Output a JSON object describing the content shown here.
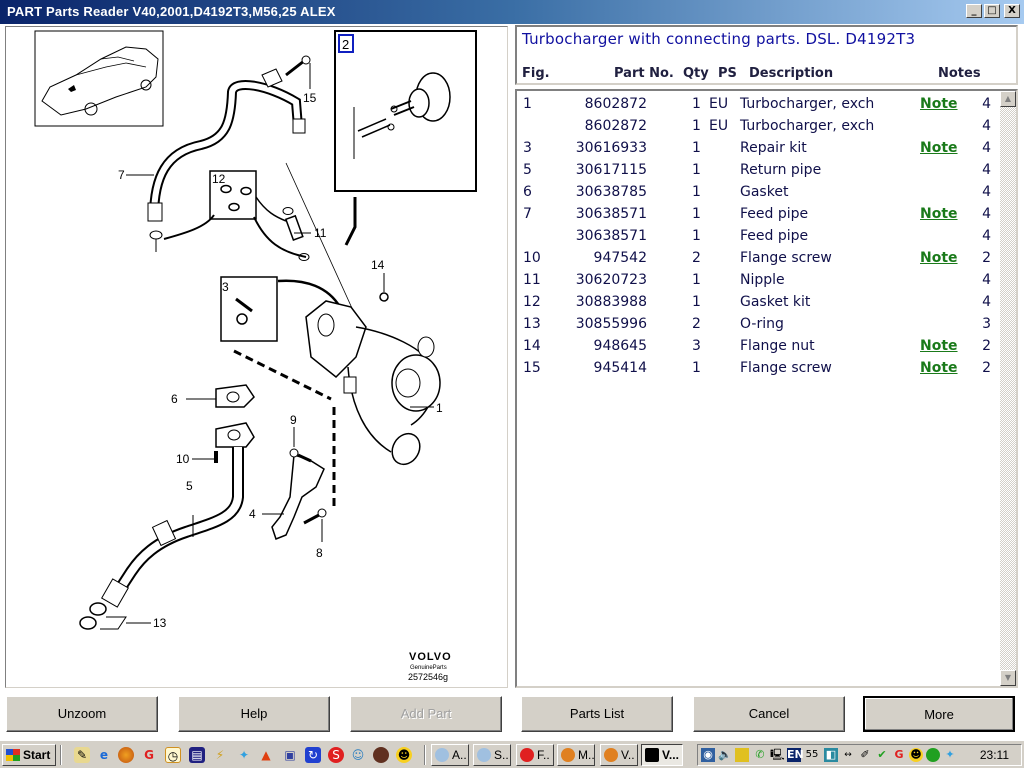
{
  "window": {
    "title": "PART Parts Reader V40,2001,D4192T3,M56,25 ALEX",
    "controls": {
      "minimize": "_",
      "maximize": "□",
      "close": "X"
    }
  },
  "diagram": {
    "callouts": [
      "1",
      "2",
      "3",
      "4",
      "5",
      "6",
      "7",
      "8",
      "9",
      "10",
      "11",
      "12",
      "13",
      "14",
      "15"
    ],
    "logo_text": "VOLVO",
    "logo_subtext": "GenuineParts",
    "drawing_number": "2572546g"
  },
  "header": {
    "title": "Turbocharger with connecting parts. DSL. D4192T3",
    "columns": {
      "fig": "Fig.",
      "part_no": "Part No.",
      "qty": "Qty",
      "ps": "PS",
      "description": "Description",
      "notes": "Notes"
    }
  },
  "parts": [
    {
      "fig": "1",
      "part_no": "8602872",
      "qty": "1",
      "ps": "EU",
      "description": "Turbocharger, exch",
      "note": "Note",
      "n": "4"
    },
    {
      "fig": "",
      "part_no": "8602872",
      "qty": "1",
      "ps": "EU",
      "description": "Turbocharger, exch",
      "note": "",
      "n": "4"
    },
    {
      "fig": "3",
      "part_no": "30616933",
      "qty": "1",
      "ps": "",
      "description": "Repair kit",
      "note": "Note",
      "n": "4"
    },
    {
      "fig": "5",
      "part_no": "30617115",
      "qty": "1",
      "ps": "",
      "description": "Return pipe",
      "note": "",
      "n": "4"
    },
    {
      "fig": "6",
      "part_no": "30638785",
      "qty": "1",
      "ps": "",
      "description": "Gasket",
      "note": "",
      "n": "4"
    },
    {
      "fig": "7",
      "part_no": "30638571",
      "qty": "1",
      "ps": "",
      "description": "Feed pipe",
      "note": "Note",
      "n": "4"
    },
    {
      "fig": "",
      "part_no": "30638571",
      "qty": "1",
      "ps": "",
      "description": "Feed pipe",
      "note": "",
      "n": "4"
    },
    {
      "fig": "10",
      "part_no": "947542",
      "qty": "2",
      "ps": "",
      "description": "Flange screw",
      "note": "Note",
      "n": "2"
    },
    {
      "fig": "11",
      "part_no": "30620723",
      "qty": "1",
      "ps": "",
      "description": "Nipple",
      "note": "",
      "n": "4"
    },
    {
      "fig": "12",
      "part_no": "30883988",
      "qty": "1",
      "ps": "",
      "description": "Gasket kit",
      "note": "",
      "n": "4"
    },
    {
      "fig": "13",
      "part_no": "30855996",
      "qty": "2",
      "ps": "",
      "description": "O-ring",
      "note": "",
      "n": "3"
    },
    {
      "fig": "14",
      "part_no": "948645",
      "qty": "3",
      "ps": "",
      "description": "Flange nut",
      "note": "Note",
      "n": "2"
    },
    {
      "fig": "15",
      "part_no": "945414",
      "qty": "1",
      "ps": "",
      "description": "Flange screw",
      "note": "Note",
      "n": "2"
    }
  ],
  "buttons": {
    "unzoom": "Unzoom",
    "help": "Help",
    "add_part": "Add Part",
    "parts_list": "Parts List",
    "cancel": "Cancel",
    "more": "More"
  },
  "taskbar": {
    "start": "Start",
    "tasks": [
      "A..",
      "S..",
      "F..",
      "M..",
      "V..",
      "V..."
    ],
    "tray_lang": "EN",
    "tray_num": "55",
    "clock": "23:11"
  },
  "colors": {
    "note_link": "#1a7a1a",
    "header_title": "#1010a0",
    "title_bar_start": "#0a246a",
    "callout_box": "#1020c0"
  }
}
